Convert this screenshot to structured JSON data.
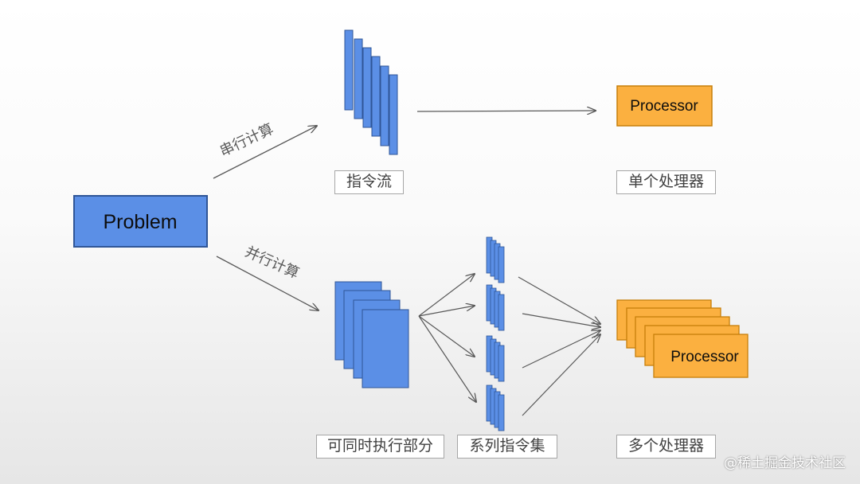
{
  "problem": "Problem",
  "serial_label": "串行计算",
  "parallel_label": "并行计算",
  "instruction_stream": "指令流",
  "single_processor": "单个处理器",
  "processor_label": "Processor",
  "parallel_parts": "可同时执行部分",
  "instruction_sets": "系列指令集",
  "multiple_processors": "多个处理器",
  "watermark": "@稀土掘金技术社区",
  "colors": {
    "blue_fill": "#5b8fe6",
    "blue_stroke": "#2f5597",
    "orange_fill": "#fbb040",
    "orange_stroke": "#c77f0a",
    "arrow": "#595959"
  }
}
